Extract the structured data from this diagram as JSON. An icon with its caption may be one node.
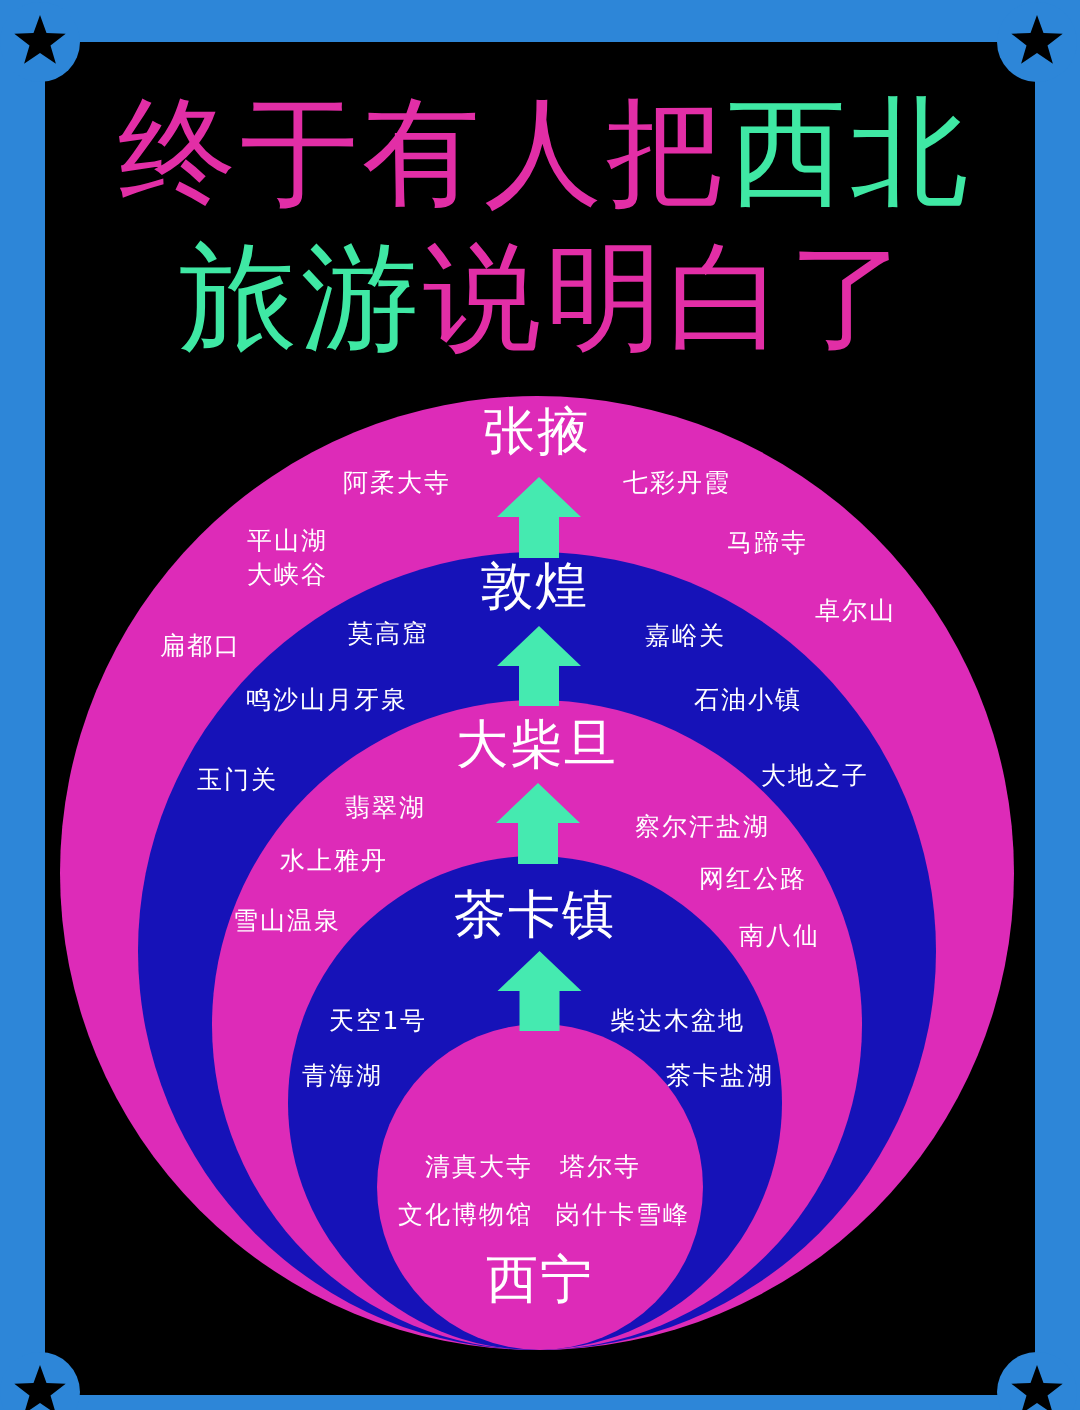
{
  "diagram": {
    "title": "终于有人把西北旅游说明白了",
    "nodes": [
      {
        "text": [
          "张掖"
        ]
      },
      {
        "text": [
          "敦煌"
        ],
        "in": 0
      },
      {
        "text": [
          "大柴旦"
        ],
        "in": 1
      },
      {
        "text": [
          "茶卡镇"
        ],
        "in": 2
      },
      {
        "text": [
          "西宁"
        ],
        "in": 3
      }
    ],
    "edges": [
      {
        "from": 4,
        "to": 3,
        "arrow": "to"
      },
      {
        "from": 3,
        "to": 2,
        "arrow": "to"
      },
      {
        "from": 2,
        "to": 1,
        "arrow": "to"
      },
      {
        "from": 1,
        "to": 0,
        "arrow": "to"
      }
    ],
    "labels": [
      "阿柔大寺",
      "七彩丹霞",
      "马蹄寺",
      "平山湖大峡谷",
      "卓尔山",
      "莫高窟",
      "嘉峪关",
      "扁都口",
      "鸣沙山月牙泉",
      "石油小镇",
      "玉门关",
      "大地之子",
      "翡翠湖",
      "察尔汗盐湖",
      "水上雅丹",
      "网红公路",
      "雪山温泉",
      "南八仙",
      "天空1号",
      "柴达木盆地",
      "青海湖",
      "茶卡盐湖",
      "清真大寺",
      "塔尔寺",
      "文化博物馆",
      "岗什卡雪峰"
    ]
  }
}
